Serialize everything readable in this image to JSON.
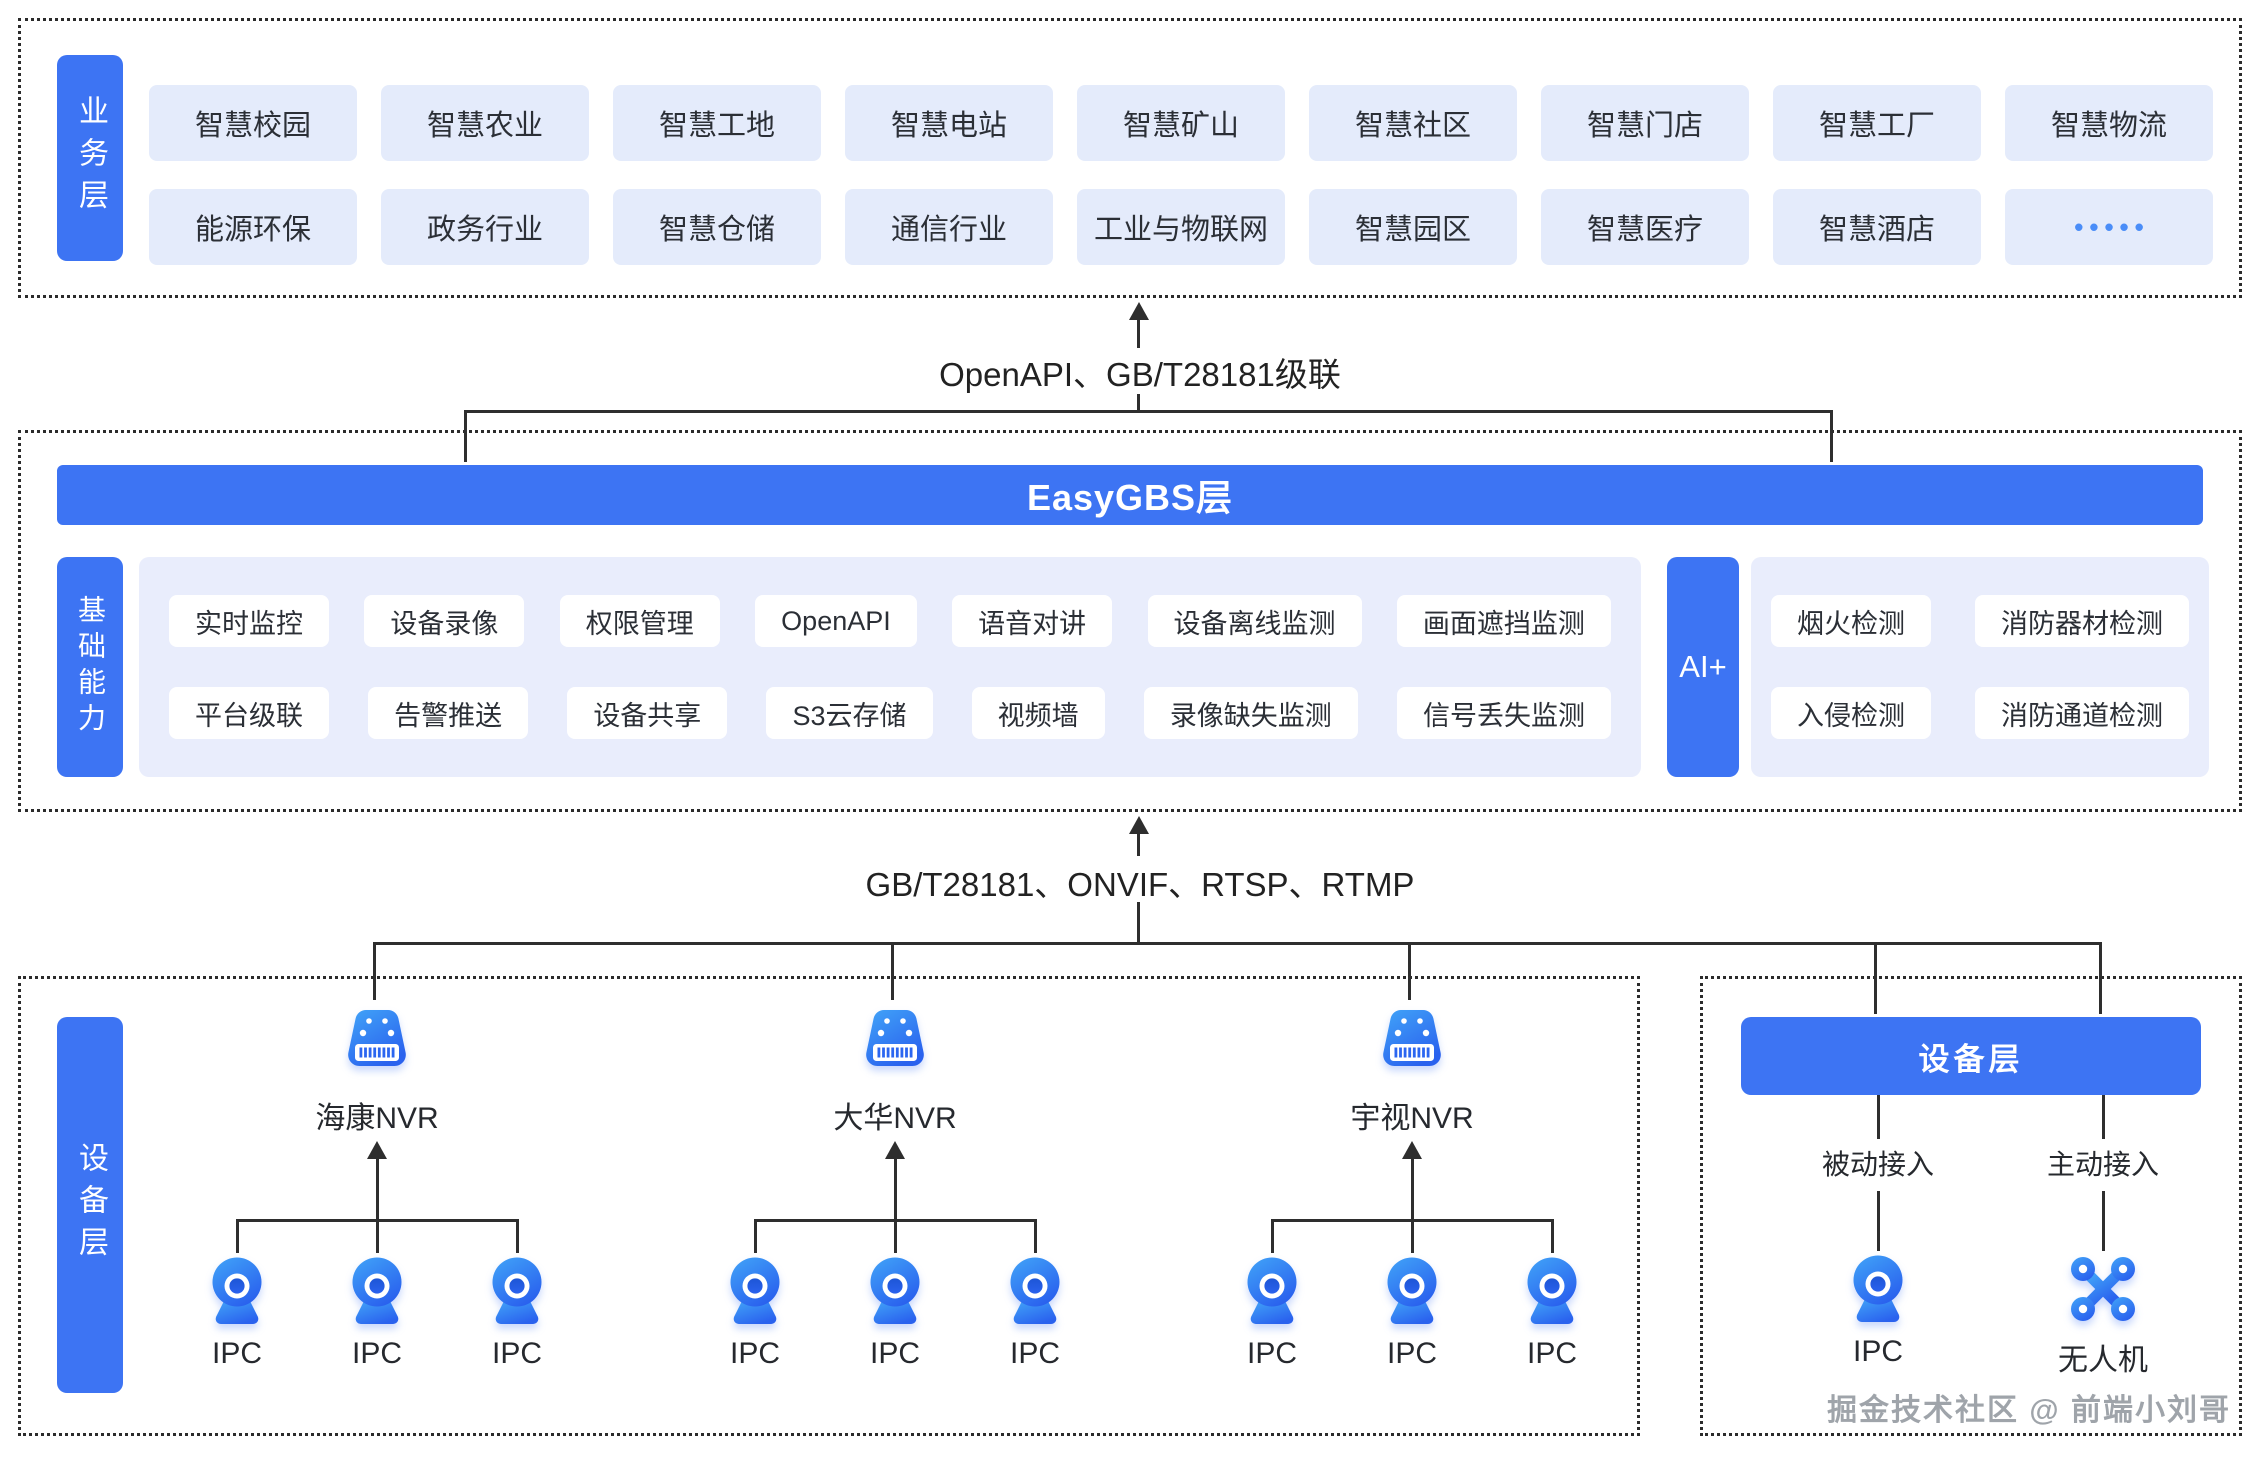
{
  "colors": {
    "accent_blue": "#3d74f3",
    "chip_light_blue": "#e4ebfb",
    "panel_lavender": "#e9edfc",
    "line_dark": "#2e2e2e",
    "text_dark": "#2b2f36",
    "dots_blue": "#4a8df8",
    "watermark_gray": "#8f959c"
  },
  "icons": {
    "nvr": "nvr-recorder-icon",
    "ipc": "ip-camera-icon",
    "drone": "drone-icon"
  },
  "business_layer": {
    "label": "业务层",
    "items": [
      {
        "label": "智慧校园"
      },
      {
        "label": "智慧农业"
      },
      {
        "label": "智慧工地"
      },
      {
        "label": "智慧电站"
      },
      {
        "label": "智慧矿山"
      },
      {
        "label": "智慧社区"
      },
      {
        "label": "智慧门店"
      },
      {
        "label": "智慧工厂"
      },
      {
        "label": "智慧物流"
      },
      {
        "label": "能源环保"
      },
      {
        "label": "政务行业"
      },
      {
        "label": "智慧仓储"
      },
      {
        "label": "通信行业"
      },
      {
        "label": "工业与物联网"
      },
      {
        "label": "智慧园区"
      },
      {
        "label": "智慧医疗"
      },
      {
        "label": "智慧酒店"
      },
      {
        "label": "•••••",
        "variant": "dots"
      }
    ]
  },
  "connectors": {
    "top_protocol": "OpenAPI、GB/T28181级联",
    "bottom_protocol": "GB/T28181、ONVIF、RTSP、RTMP"
  },
  "platform_layer": {
    "title": "EasyGBS层",
    "label": "基础能力",
    "capabilities_row1": [
      "实时监控",
      "设备录像",
      "权限管理",
      "OpenAPI",
      "语音对讲",
      "设备离线监测",
      "画面遮挡监测"
    ],
    "capabilities_row2": [
      "平台级联",
      "告警推送",
      "设备共享",
      "S3云存储",
      "视频墙",
      "录像缺失监测",
      "信号丢失监测"
    ],
    "ai_label": "AI+",
    "ai_row1": [
      "烟火检测",
      "消防器材检测"
    ],
    "ai_row2": [
      "入侵检测",
      "消防通道检测"
    ]
  },
  "device_layer": {
    "label": "设备层",
    "nvr_groups": [
      {
        "name": "海康NVR",
        "ipcs": [
          "IPC",
          "IPC",
          "IPC"
        ]
      },
      {
        "name": "大华NVR",
        "ipcs": [
          "IPC",
          "IPC",
          "IPC"
        ]
      },
      {
        "name": "宇视NVR",
        "ipcs": [
          "IPC",
          "IPC",
          "IPC"
        ]
      }
    ],
    "right_panel": {
      "title": "设备层",
      "passive": {
        "access": "被动接入",
        "device": "IPC"
      },
      "active": {
        "access": "主动接入",
        "device": "无人机"
      }
    }
  },
  "watermark": "掘金技术社区 @ 前端小刘哥"
}
